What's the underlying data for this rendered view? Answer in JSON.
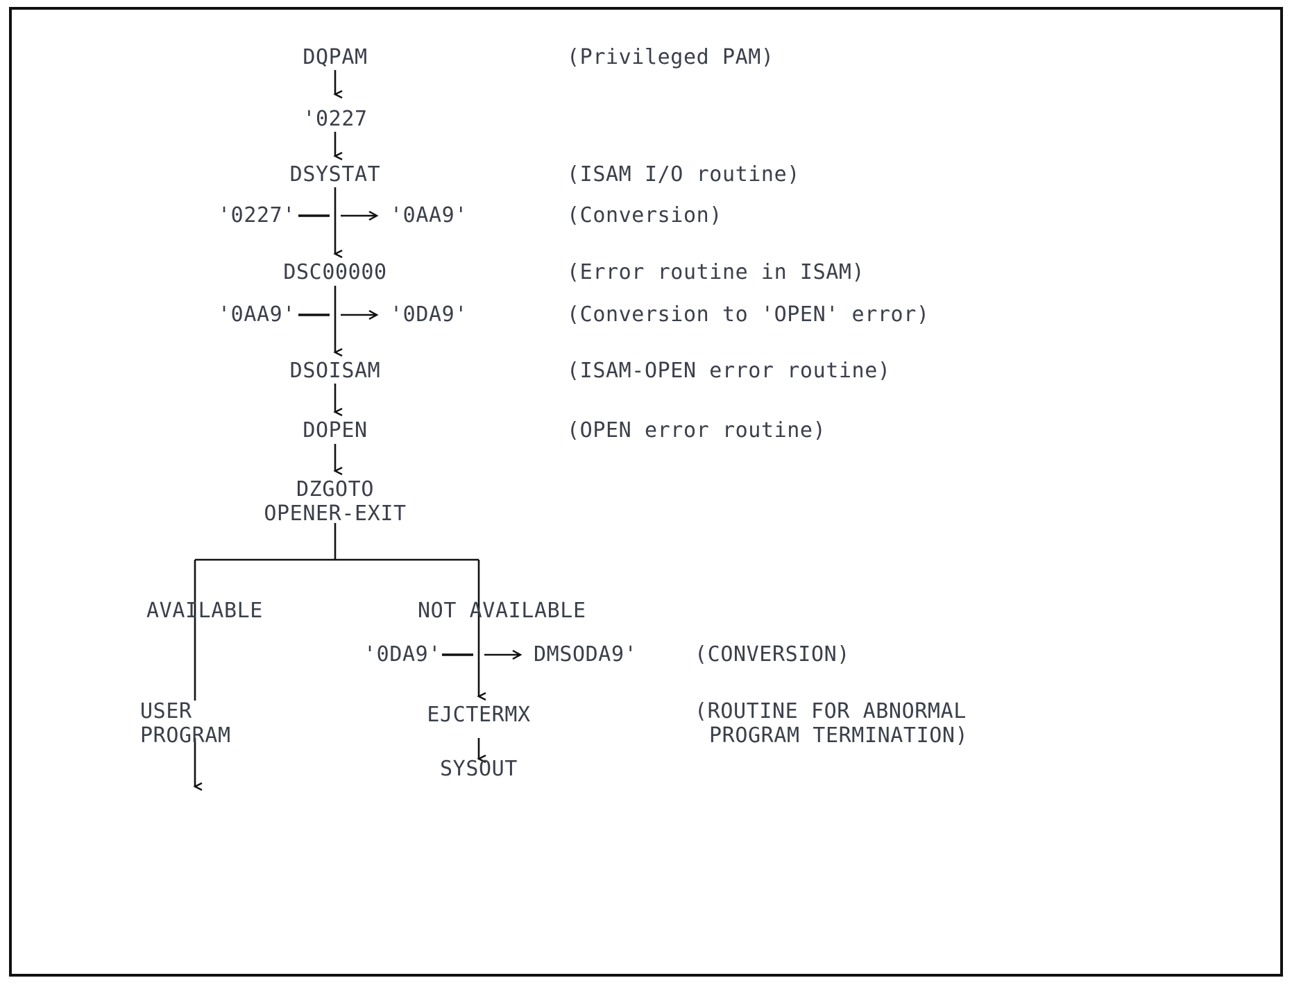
{
  "diagram": {
    "title_absent": true,
    "nodes": {
      "dqpam": "DQPAM",
      "code_0227_plain": "'0227",
      "dsystat": "DSYSTAT",
      "conv1_left": "'0227'",
      "conv1_right": "'0AA9'",
      "dsc00000": "DSC00000",
      "conv2_left": "'0AA9'",
      "conv2_right": "'0DA9'",
      "dsoisam": "DSOISAM",
      "dopen": "DOPEN",
      "dzgoto": "DZGOTO",
      "opener_exit": "OPENER-EXIT",
      "branch_available": "AVAILABLE",
      "branch_not_available": "NOT AVAILABLE",
      "conv3_left": "'0DA9'",
      "conv3_right": "DMSODA9'",
      "user": "USER",
      "program": "PROGRAM",
      "ejctermx": "EJCTERMX",
      "sysout": "SYSOUT"
    },
    "annotations": {
      "privileged_pam": "(Privileged PAM)",
      "isam_io_routine": "(ISAM I/O routine)",
      "conversion": "(Conversion)",
      "error_routine_isam": "(Error routine in ISAM)",
      "conversion_open_error": "(Conversion to 'OPEN' error)",
      "isam_open_error_routine": "(ISAM-OPEN error routine)",
      "open_error_routine": "(OPEN error routine)",
      "conversion_caps": "(CONVERSION)",
      "abnormal_line1": "(ROUTINE FOR ABNORMAL",
      "abnormal_line2": "PROGRAM TERMINATION)"
    },
    "colors": {
      "text": "#3b3f4a",
      "line": "#111111",
      "background": "#ffffff",
      "border": "#111111"
    }
  }
}
